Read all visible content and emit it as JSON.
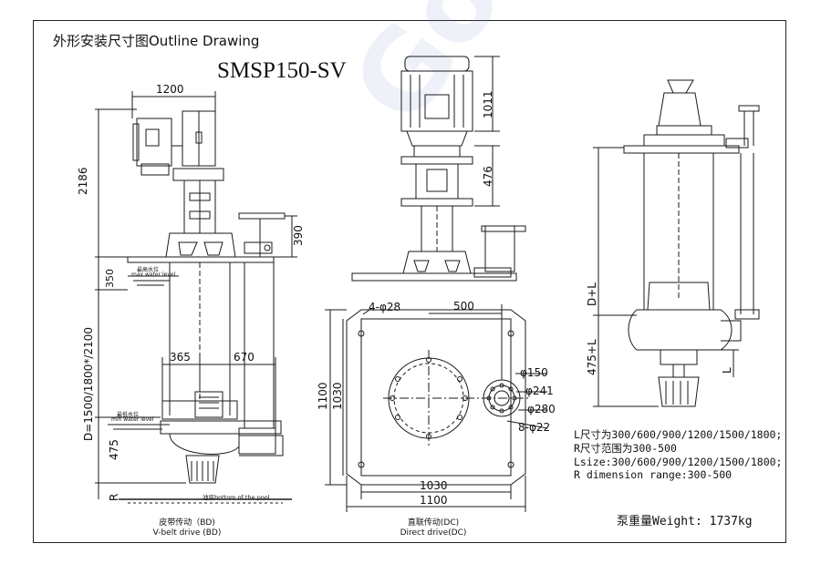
{
  "header": {
    "title": "外形安装尺寸图Outline Drawing",
    "model": "SMSP150-SV"
  },
  "view_left": {
    "dims": {
      "width_top": "1200",
      "height_upper": "2186",
      "h390": "390",
      "h350": "350",
      "depth": "D=1500/1800*/2100",
      "w365": "365",
      "w670": "670",
      "h475": "475",
      "r": "R"
    },
    "labels": {
      "max_water_level": "最高水位",
      "max_water_level_en": "max water level",
      "min_water_level": "最低水位",
      "min_water_level_en": "min water level",
      "pool_bottom": "池底bottom of the pool"
    },
    "caption_cn": "皮带传动（BD)",
    "caption_en": "V-belt drive (BD)"
  },
  "view_middle": {
    "dims": {
      "h1011": "1011",
      "h476": "476"
    }
  },
  "view_plan": {
    "dims": {
      "holes": "4-φ28",
      "w500": "500",
      "h1100": "1100",
      "h1030": "1030",
      "w1030": "1030",
      "w1100": "1100",
      "d150": "φ150",
      "d241": "φ241",
      "d280": "φ280",
      "bolts": "8-φ22"
    },
    "caption_cn": "直联传动(DC)",
    "caption_en": "Direct drive(DC)"
  },
  "view_right": {
    "dims": {
      "dl": "D+L",
      "h475l": "475+L",
      "l": "L"
    }
  },
  "notes": [
    "L尺寸为300/600/900/1200/1500/1800;",
    "R尺寸范围为300-500",
    "Lsize:300/600/900/1200/1500/1800;",
    "R dimension range:300-500"
  ],
  "weight": "泵重量Weight: 1737kg",
  "watermark": "Gorho"
}
